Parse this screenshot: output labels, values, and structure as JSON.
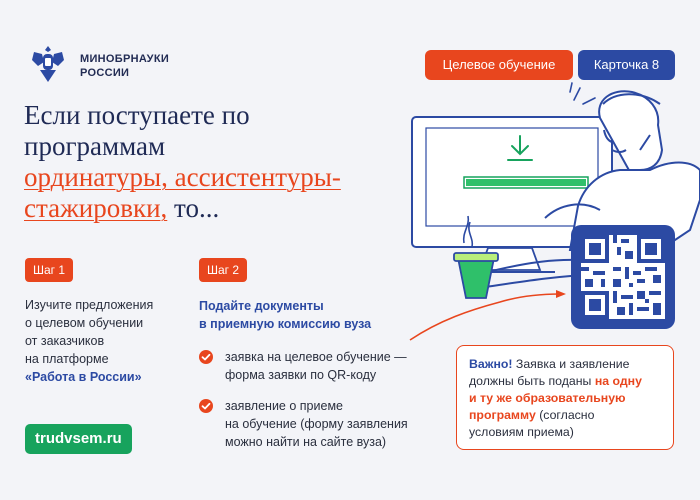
{
  "header": {
    "ministry_line1": "МИНОБРНАУКИ",
    "ministry_line2": "РОССИИ",
    "tag_target": "Целевое обучение",
    "tag_card": "Карточка 8"
  },
  "headline": {
    "part1": "Если поступаете по программам",
    "part2": "ординатуры, ассистентуры-",
    "part3": "стажировки,",
    "part4": " то..."
  },
  "step1": {
    "label": "Шаг 1",
    "line1": "Изучите предложения",
    "line2": "о целевом обучении",
    "line3": "от заказчиков",
    "line4": "на платформе",
    "platform": "«Работа в России»"
  },
  "step2": {
    "label": "Шаг 2",
    "title_line1": "Подайте документы",
    "title_line2": "в приемную комиссию вуза",
    "bullet1_line1": "заявка на целевое обучение —",
    "bullet1_line2": "форма заявки по QR-коду",
    "bullet2_line1": "заявление о приеме",
    "bullet2_line2": "на обучение (форму заявления",
    "bullet2_line3": "можно найти на сайте вуза)"
  },
  "site": "trudvsem.ru",
  "note": {
    "lead": "Важно!",
    "t1": " Заявка и заявление",
    "t2": "должны быть поданы ",
    "accent1": "на одну",
    "accent2": "и ту же образовательную",
    "accent3": "программу",
    "t3": " (согласно",
    "t4": "условиям приема)"
  },
  "colors": {
    "accent": "#e8461e",
    "brand": "#2c4aa3",
    "green": "#17a35d",
    "text_dark": "#1f2a55"
  },
  "icons": [
    "coat-of-arms-icon",
    "check-icon",
    "download-icon",
    "qr-code",
    "coffee-cup-icon",
    "arrow-icon"
  ]
}
